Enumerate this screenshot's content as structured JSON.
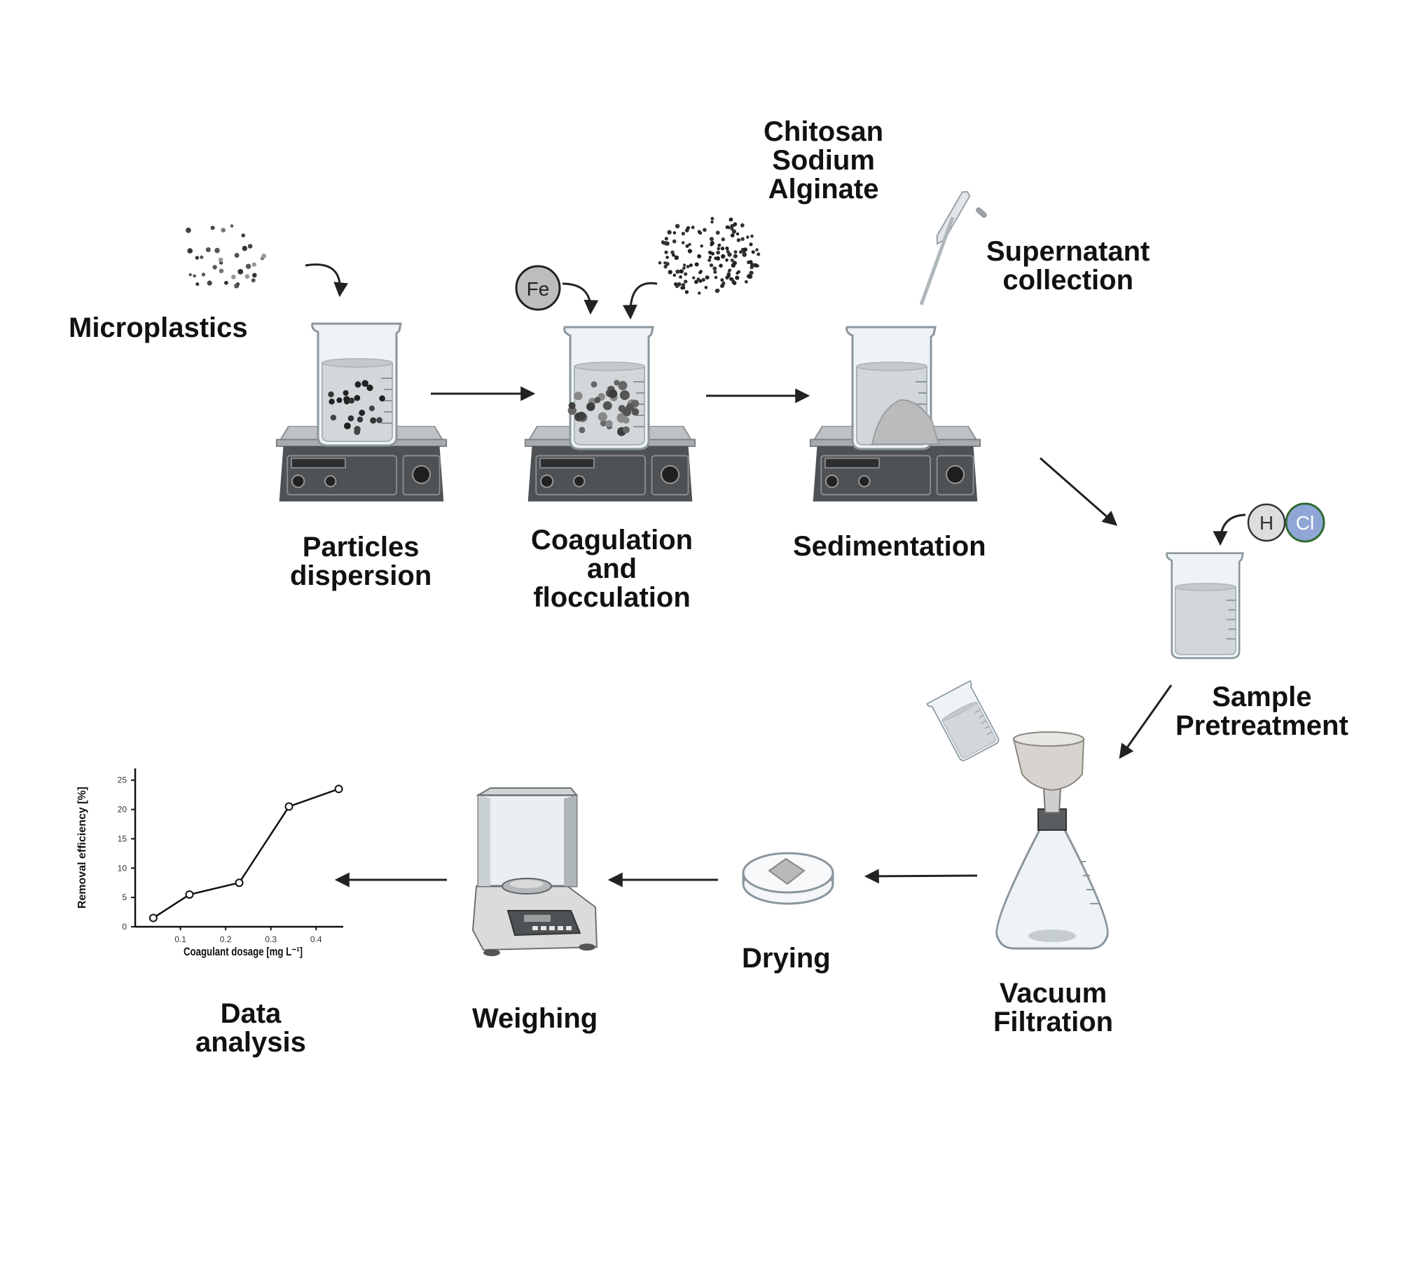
{
  "labels": {
    "microplastics": "Microplastics",
    "chitosan": [
      "Chitosan",
      "Sodium",
      "Alginate"
    ],
    "supernatant": [
      "Supernatant",
      "collection"
    ],
    "particles": [
      "Particles",
      "dispersion"
    ],
    "coagulation": [
      "Coagulation",
      "and",
      "flocculation"
    ],
    "sedimentation": "Sedimentation",
    "sample": [
      "Sample",
      "Pretreatment"
    ],
    "vacuum": [
      "Vacuum",
      "Filtration"
    ],
    "drying": "Drying",
    "weighing": "Weighing",
    "data_analysis": [
      "Data",
      "analysis"
    ]
  },
  "chem": {
    "fe": "Fe",
    "h": "H",
    "cl": "Cl"
  },
  "colors": {
    "liquid": "#cdd2d5",
    "glass": "#e6eef2",
    "stirrer": "#555555",
    "plate": "#b9bcbe",
    "cl_atom": "#8fa6d6",
    "atom_gray": "#b8b8b8"
  },
  "chart_data": {
    "type": "line",
    "xlabel": "Coagulant dosage [mg L⁻¹]",
    "ylabel": "Removal efficiency [%]",
    "x_ticks": [
      "0.1",
      "0.2",
      "0.3",
      "0.4"
    ],
    "y_ticks": [
      "0",
      "5",
      "10",
      "15",
      "20",
      "25"
    ],
    "xlim": [
      0.0,
      0.46
    ],
    "ylim": [
      0,
      27
    ],
    "series": [
      {
        "x": [
          0.04,
          0.12,
          0.23,
          0.34,
          0.45
        ],
        "y": [
          1.5,
          5.5,
          7.5,
          20.5,
          23.5
        ]
      }
    ]
  }
}
